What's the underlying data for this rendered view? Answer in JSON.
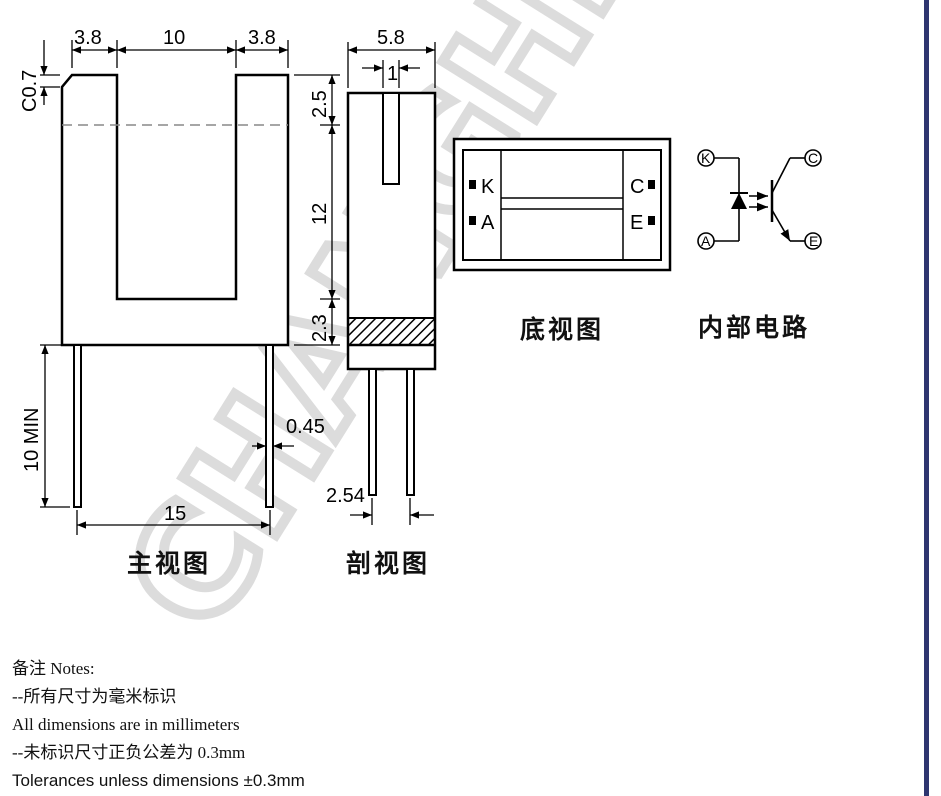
{
  "watermark": "CHANGHI",
  "front_view": {
    "caption": "主视图",
    "dims": {
      "left_width": "3.8",
      "slot_width": "10",
      "right_width": "3.8",
      "chamfer": "C0.7",
      "lead_length": "10 MIN",
      "lead_pitch": "15",
      "lead_width": "0.45"
    }
  },
  "section_view": {
    "caption": "剖视图",
    "dims": {
      "body_width": "5.8",
      "slit_width": "1",
      "top": "2.5",
      "middle": "12",
      "bottom": "2.3",
      "pin_pitch": "2.54"
    }
  },
  "bottom_view": {
    "caption": "底视图",
    "pins": {
      "k": "K",
      "a": "A",
      "c": "C",
      "e": "E"
    }
  },
  "circuit": {
    "caption": "内部电路",
    "pins": {
      "k": "K",
      "a": "A",
      "c": "C",
      "e": "E"
    }
  },
  "notes": {
    "header": "备注 Notes:",
    "line1": "--所有尺寸为毫米标识",
    "line2": "All dimensions are in millimeters",
    "line3": "--未标识尺寸正负公差为 0.3mm",
    "line4": "Tolerances unless dimensions ±0.3mm"
  }
}
